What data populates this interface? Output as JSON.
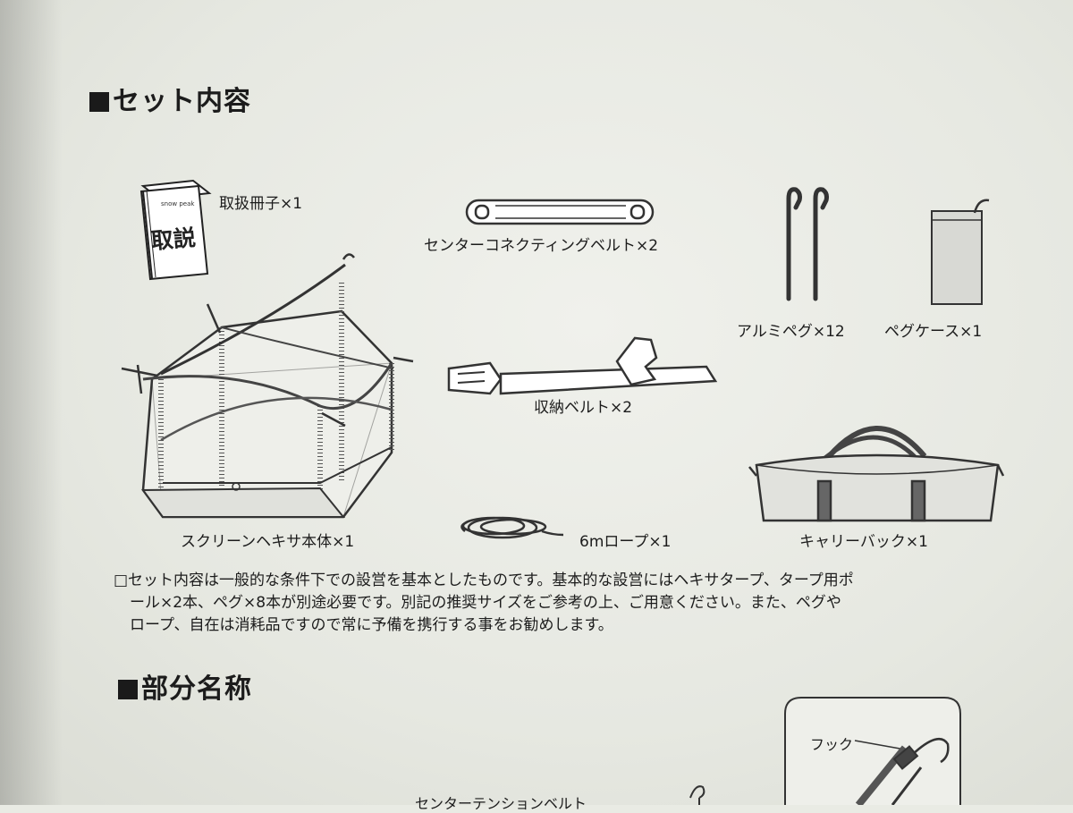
{
  "sections": {
    "set_contents": "セット内容",
    "part_names": "部分名称"
  },
  "items": {
    "manual": "取扱冊子×1",
    "manual_cover": "取説",
    "manual_brand": "snow peak",
    "center_belt": "センターコネクティングベルト×2",
    "aluminum_peg": "アルミペグ×12",
    "peg_case": "ペグケース×1",
    "storage_belt": "収納ベルト×2",
    "screen_body": "スクリーンヘキサ本体×1",
    "rope": "6mロープ×1",
    "carry_bag": "キャリーバック×1"
  },
  "note": {
    "line1": "□セット内容は一般的な条件下での設営を基本としたものです。基本的な設営にはヘキサタープ、タープ用ポ",
    "line2": "ール×2本、ペグ×8本が別途必要です。別記の推奨サイズをご参考の上、ご用意ください。また、ペグや",
    "line3": "ロープ、自在は消耗品ですので常に予備を携行する事をお勧めします。"
  },
  "parts": {
    "hook": "フック",
    "center_tension_belt": "センターテンションベルト"
  }
}
